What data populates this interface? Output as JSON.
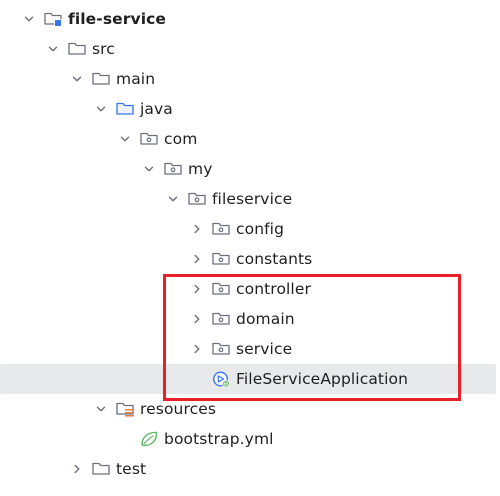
{
  "tree": {
    "rows": [
      {
        "label": "file-service",
        "depth": 0,
        "expanded": true,
        "icon": "module-folder-icon",
        "bold": true
      },
      {
        "label": "src",
        "depth": 1,
        "expanded": true,
        "icon": "folder-icon"
      },
      {
        "label": "main",
        "depth": 2,
        "expanded": true,
        "icon": "folder-icon"
      },
      {
        "label": "java",
        "depth": 3,
        "expanded": true,
        "icon": "source-root-folder-icon"
      },
      {
        "label": "com",
        "depth": 4,
        "expanded": true,
        "icon": "package-icon"
      },
      {
        "label": "my",
        "depth": 5,
        "expanded": true,
        "icon": "package-icon"
      },
      {
        "label": "fileservice",
        "depth": 6,
        "expanded": true,
        "icon": "package-icon"
      },
      {
        "label": "config",
        "depth": 7,
        "expanded": false,
        "icon": "package-icon"
      },
      {
        "label": "constants",
        "depth": 7,
        "expanded": false,
        "icon": "package-icon"
      },
      {
        "label": "controller",
        "depth": 7,
        "expanded": false,
        "icon": "package-icon"
      },
      {
        "label": "domain",
        "depth": 7,
        "expanded": false,
        "icon": "package-icon"
      },
      {
        "label": "service",
        "depth": 7,
        "expanded": false,
        "icon": "package-icon"
      },
      {
        "label": "FileServiceApplication",
        "depth": 7,
        "leaf": true,
        "icon": "spring-boot-app-icon",
        "selected": true
      },
      {
        "label": "resources",
        "depth": 3,
        "expanded": true,
        "icon": "resources-folder-icon"
      },
      {
        "label": "bootstrap.yml",
        "depth": 4,
        "leaf": true,
        "icon": "spring-yml-icon"
      },
      {
        "label": "test",
        "depth": 2,
        "expanded": false,
        "icon": "folder-icon"
      }
    ]
  },
  "colors": {
    "chevron": "#6c707e",
    "folder_stroke": "#6c707e",
    "source_root_stroke": "#3574f0",
    "module_square": "#3574f0",
    "resources_bars": "#e08855",
    "spring_green": "#5fb865",
    "selection": "#e8e9eb",
    "annotation_red": "#e8202a"
  }
}
